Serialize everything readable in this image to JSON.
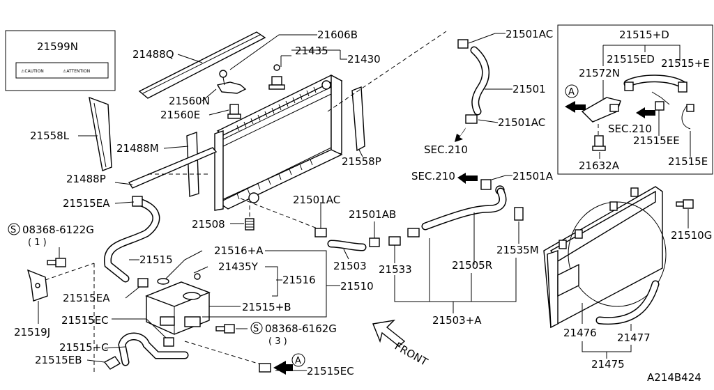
{
  "labels": {
    "p21599N": "21599N",
    "p21488Q": "21488Q",
    "p21606B": "21606B",
    "p21435_top": "21435",
    "p21430": "21430",
    "p21560N": "21560N",
    "p21560E": "21560E",
    "p21558L": "21558L",
    "p21488M": "21488M",
    "p21488P": "21488P",
    "p21558P": "21558P",
    "p21515EA_top": "21515EA",
    "p21508": "21508",
    "p08368_6122G": "08368-6122G",
    "p08368_6122G_qty": "( 1 )",
    "p21515": "21515",
    "p21516A": "21516+A",
    "p21435Y": "21435Y",
    "p21516": "21516",
    "p21510": "21510",
    "p21515EA_bot": "21515EA",
    "p21515B": "21515+B",
    "p21519J": "21519J",
    "p21515EC_left": "21515EC",
    "p21515C": "21515+C",
    "p21515EB": "21515EB",
    "p08368_6162G": "08368-6162G",
    "p08368_6162G_qty": "( 3 )",
    "p21515EC_bot": "21515EC",
    "front": "FRONT",
    "p21501AC_top": "21501AC",
    "p21501": "21501",
    "p21501AC_mid": "21501AC",
    "sec210_a": "SEC.210",
    "sec210_b": "SEC.210",
    "p21501A": "21501A",
    "p21501AC_low": "21501AC",
    "p21501AB": "21501AB",
    "p21503": "21503",
    "p21533": "21533",
    "p21505R": "21505R",
    "p21535M": "21535M",
    "p21503A": "21503+A",
    "p21510G": "21510G",
    "p21476": "21476",
    "p21477": "21477",
    "p21475": "21475",
    "ref_code": "A214B424"
  },
  "inset": {
    "p21515D": "21515+D",
    "p21515ED": "21515ED",
    "p21515E_plus": "21515+E",
    "p21572N": "21572N",
    "sec210": "SEC.210",
    "p21515EE": "21515EE",
    "p21632A": "21632A",
    "p21515E": "21515E"
  },
  "caution_label": {
    "left": "⚠CAUTION",
    "right": "⚠ATTENTION"
  },
  "callout_letter": "A",
  "screw_symbol": "S"
}
